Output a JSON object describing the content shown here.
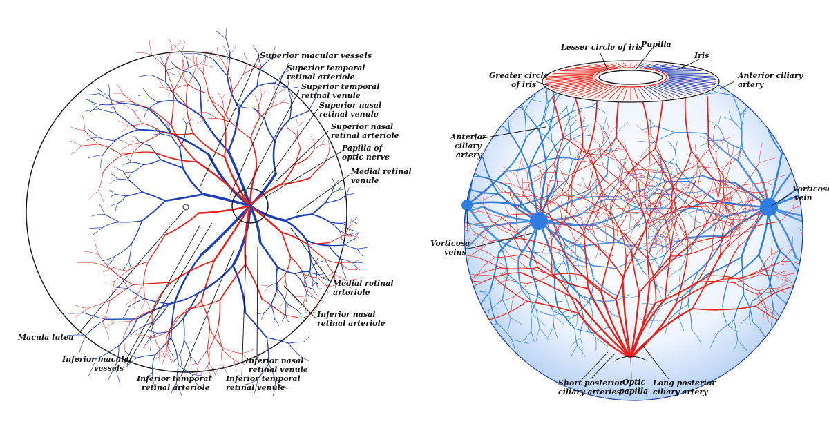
{
  "colors": {
    "artery": "#e8221b",
    "vein": "#1f3fb4",
    "vein_light": "#2f7de0",
    "outline": "#111111",
    "background": "#ffffff"
  },
  "left_figure": {
    "labels": {
      "superior_macular_vessels": [
        "Superior macular vessels"
      ],
      "superior_temporal_retinal_arteriole": [
        "Superior temporal",
        "retinal arteriole"
      ],
      "superior_temporal_retinal_venule": [
        "Superior temporal",
        "retinal venule"
      ],
      "superior_nasal_retinal_venule": [
        "Superior nasal",
        "retinal venule"
      ],
      "superior_nasal_retinal_arteriole": [
        "Superior nasal",
        "retinal arteriole"
      ],
      "papilla_of_optic_nerve": [
        "Papilla of",
        "optic nerve"
      ],
      "medial_retinal_venule": [
        "Medial retinal",
        "venule"
      ],
      "medial_retinal_arteriole": [
        "Medial retinal",
        "arteriole"
      ],
      "inferior_nasal_retinal_arteriole": [
        "Inferior nasal",
        "retinal arteriole"
      ],
      "macula_lutea": [
        "Macula lutea"
      ],
      "inferior_macular_vessels": [
        "Inferior macular",
        "vessels"
      ],
      "inferior_temporal_retinal_arteriole": [
        "Inferior temporal",
        "retinal arteriole"
      ],
      "inferior_nasal_retinal_venule": [
        "Inferior nasal",
        "retinal venule"
      ],
      "inferior_temporal_retinal_venule": [
        "Inferior temporal",
        "retinal venule"
      ]
    }
  },
  "right_figure": {
    "labels": {
      "lesser_circle_of_iris": [
        "Lesser circle of iris"
      ],
      "pupilla": [
        "Pupilla"
      ],
      "iris": [
        "Iris"
      ],
      "greater_circle_of_iris": [
        "Greater circle",
        "of iris"
      ],
      "anterior_ciliary_artery_top": [
        "Anterior ciliary",
        "artery"
      ],
      "anterior_ciliary_artery_left": [
        "Anterior",
        "ciliary",
        "artery"
      ],
      "vorticose_vein": [
        "Vorticose",
        "vein"
      ],
      "vorticose_veins": [
        "Vorticose",
        "veins"
      ],
      "short_posterior_ciliary_arteries": [
        "Short posterior",
        "ciliary arteries"
      ],
      "optic_papilla": [
        "Optic",
        "papilla"
      ],
      "long_posterior_ciliary_artery": [
        "Long posterior",
        "ciliary artery"
      ]
    }
  }
}
